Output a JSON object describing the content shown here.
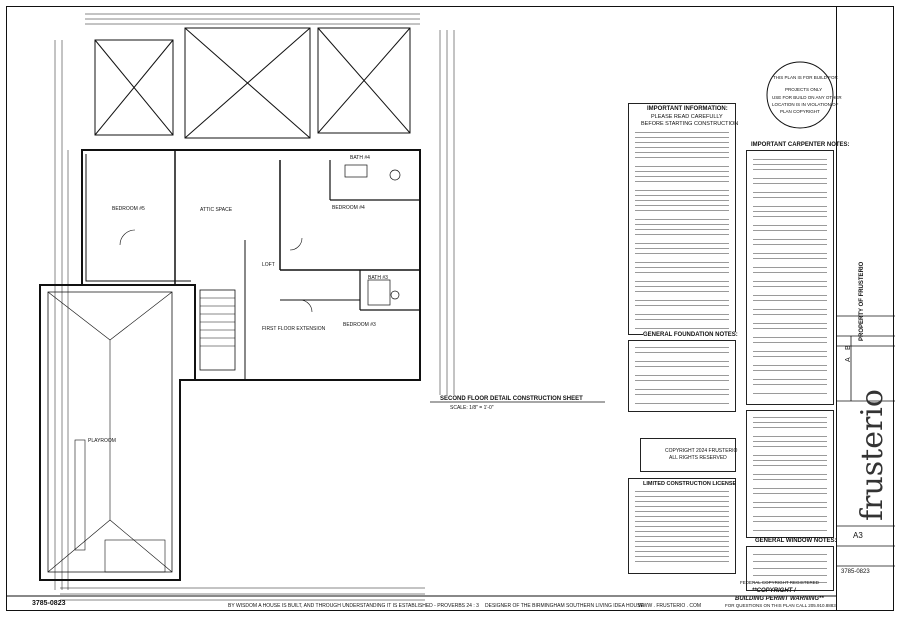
{
  "plan": {
    "sheet_title": "SECOND FLOOR DETAIL CONSTRUCTION SHEET",
    "scale": "SCALE: 1/8\" = 1'-0\"",
    "rooms": {
      "playroom": "PLAYROOM",
      "bedroom_left": "BEDROOM #5",
      "attic_space": "ATTIC SPACE",
      "bedroom_4": "BEDROOM #4",
      "bedroom_3": "BEDROOM #3",
      "loft": "LOFT",
      "bath_upper": "BATH #4",
      "bath_lower": "BATH #3",
      "first_floor_note": "FIRST FLOOR EXTENSION"
    }
  },
  "notes": {
    "important_title": "IMPORTANT INFORMATION:",
    "important_sub1": "PLEASE READ CAREFULLY",
    "important_sub2": "BEFORE STARTING CONSTRUCTION",
    "foundation_title": "GENERAL FOUNDATION NOTES:",
    "carpenter_title": "IMPORTANT CARPENTER NOTES:",
    "window_title": "GENERAL WINDOW NOTES:",
    "copyright_box": "COPYRIGHT 2024 FRUSTERIO",
    "copyright_reserved": "ALL RIGHTS RESERVED",
    "license_title": "LIMITED CONSTRUCTION LICENSE",
    "copyright_warning_1": "FEDERAL COPYRIGHT REGISTERED",
    "copyright_warning_2": "**COPYRIGHT /",
    "copyright_warning_3": "BUILDING PERMIT WARNING**"
  },
  "stamp": {
    "line1": "THIS PLAN IS FOR BUILD FOR",
    "line2": "PROJECTS ONLY",
    "line3": "USE FOR BUILD ON ANY OTHER",
    "line4": "LOCATION IS IN VIOLATION OF",
    "line5": "PLAN COPYRIGHT"
  },
  "footer": {
    "plan_number": "3785-0823",
    "quote": "BY WISDOM A HOUSE IS BUILT, AND THROUGH UNDERSTANDING IT IS ESTABLISHED - PROVERBS 24 : 3",
    "designer": "DESIGNER OF THE BIRMINGHAM SOUTHERN LIVING IDEA HOUSE",
    "website": "WWW . FRUSTERIO . COM",
    "questions": "FOR QUESTIONS ON THIS PLAN CALL 205.910.8883"
  },
  "title_block": {
    "brand": "frusterio",
    "property_label": "PROPERTY OF FRUSTERIO",
    "sheet_number": "A3",
    "plan_number": "3785-0823",
    "rev_a": "A",
    "rev_b": "B"
  }
}
